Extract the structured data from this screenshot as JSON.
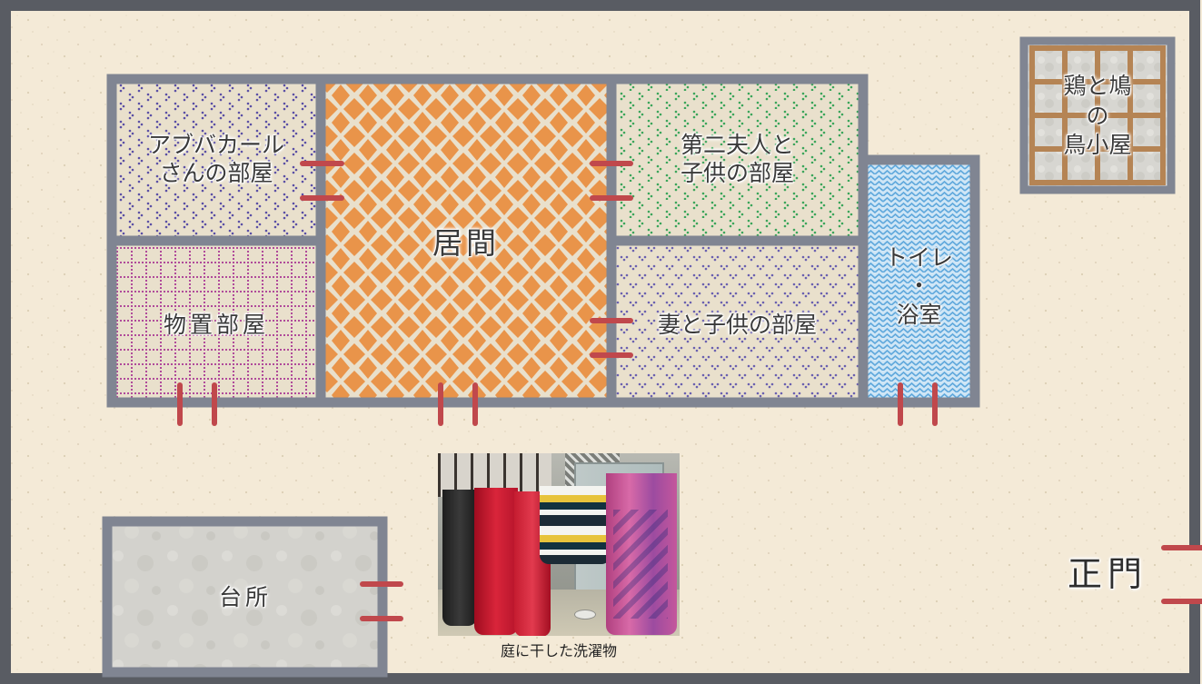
{
  "rooms": {
    "abubakar": "アブバカール\nさんの部屋",
    "living": "居間",
    "second_wife": "第二夫人と\n子供の部屋",
    "storage": "物置部屋",
    "wife": "妻と子供の部屋",
    "toilet": "トイレ\n・\n浴室",
    "coop": "鶏と鳩\nの\n鳥小屋",
    "kitchen": "台所",
    "gate": "正門"
  },
  "photo": {
    "caption": "庭に干した洗濯物"
  },
  "colors": {
    "wall": "#808592",
    "door": "#c0484c",
    "yard": "#f4ead7",
    "room_bg": "#e9e0cc",
    "living_pattern": "#e9944a",
    "storage_pattern": "#b04a9a",
    "second_wife_pattern": "#3aa55a",
    "abubakar_pattern": "#5a4fa5",
    "bath_pattern": "#5fa8dc",
    "coop_frame": "#b58454"
  }
}
